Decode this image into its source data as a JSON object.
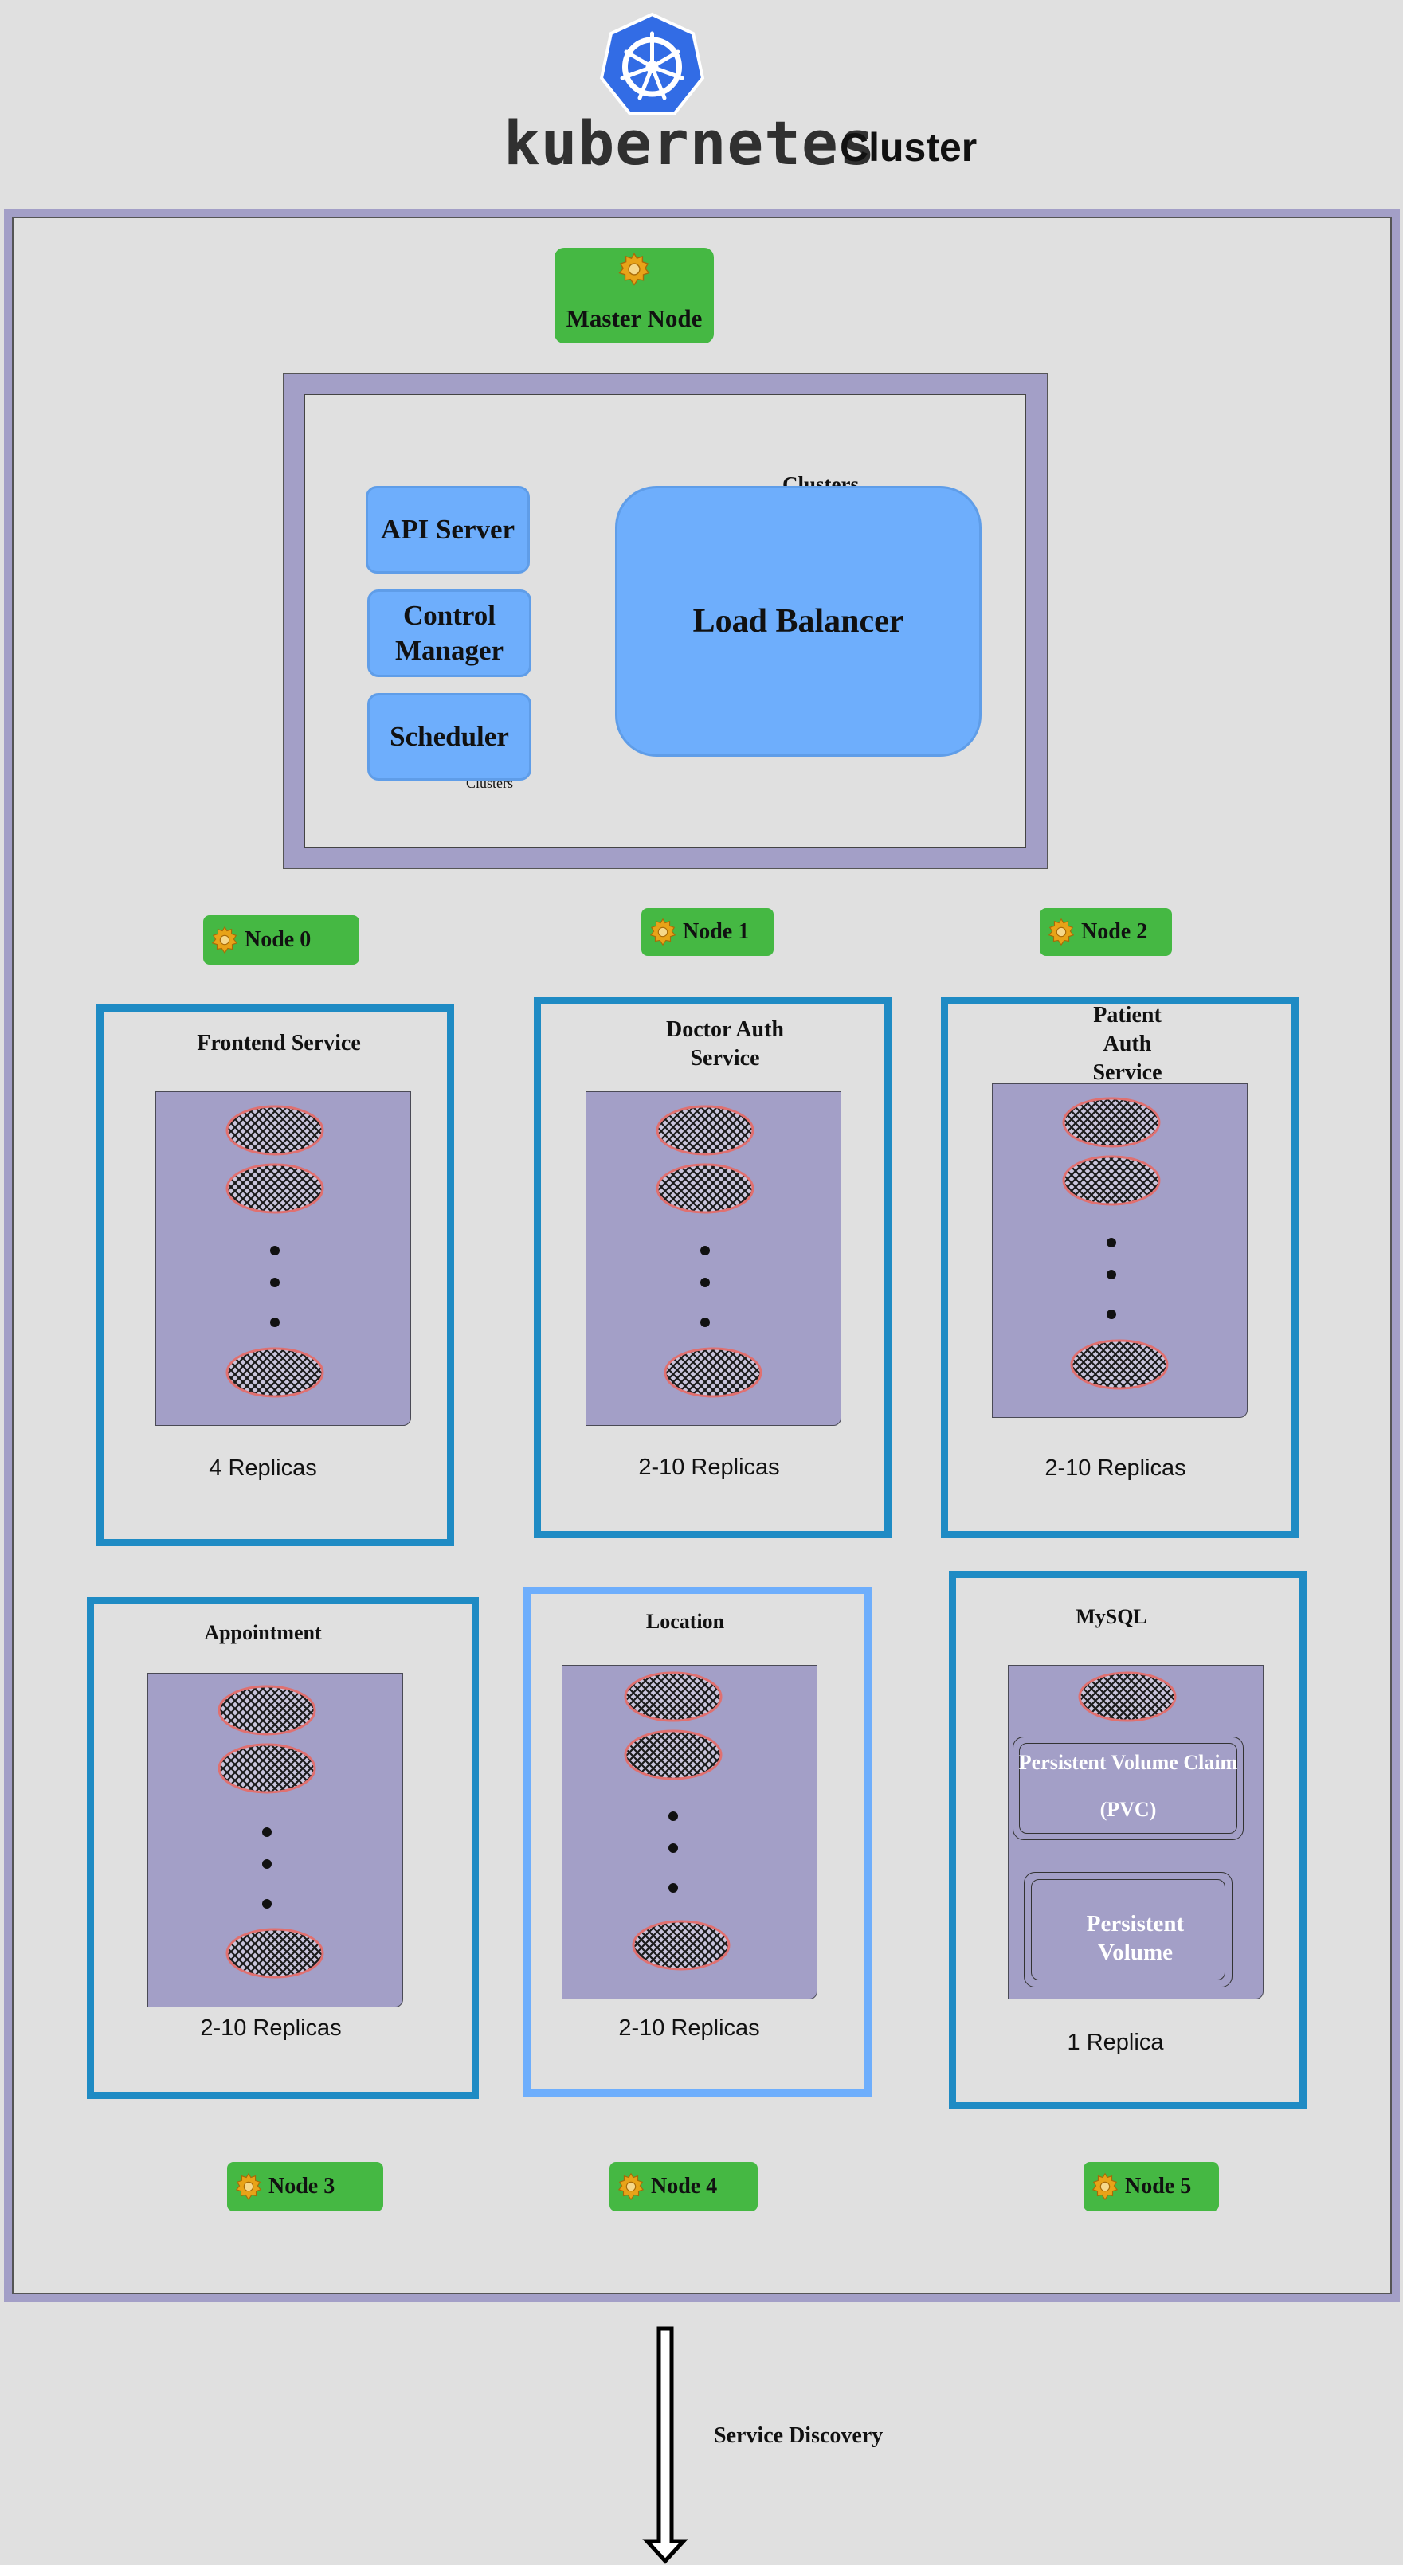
{
  "header": {
    "logo_icon": "kubernetes-helm-wheel-icon",
    "wordmark": "kubernetes",
    "title": "Cluster"
  },
  "master": {
    "badge_label": "Master Node",
    "clusters_label_top": "Clusters",
    "clusters_label_bottom": "Clusters",
    "api_server": "API Server",
    "control_manager": "Control Manager",
    "scheduler": "Scheduler",
    "load_balancer": "Load Balancer"
  },
  "nodes": {
    "node0": "Node 0",
    "node1": "Node 1",
    "node2": "Node 2",
    "node3": "Node 3",
    "node4": "Node 4",
    "node5": "Node 5"
  },
  "services": {
    "frontend": {
      "title": "Frontend Service",
      "replicas": "4 Replicas"
    },
    "doctor": {
      "title": "Doctor Auth Service",
      "replicas": "2-10 Replicas"
    },
    "patient": {
      "title": "Patient Auth Service",
      "replicas": "2-10 Replicas"
    },
    "appointment": {
      "title": "Appointment",
      "replicas": "2-10 Replicas"
    },
    "location": {
      "title": "Location",
      "replicas": "2-10 Replicas"
    },
    "mysql": {
      "title": "MySQL",
      "pvc_line1": "Persistent Volume Claim",
      "pvc_line2": "(PVC)",
      "pv": "Persistent Volume",
      "replicas": "1 Replica"
    }
  },
  "footer": {
    "service_discovery": "Service Discovery"
  },
  "colors": {
    "background": "#e0e0e0",
    "cluster_border": "#a39fc7",
    "node_badge": "#45b843",
    "service_border": "#1f8bc4",
    "location_border": "#6eaefc",
    "control_plane_box": "#6eaefc",
    "pod_fill": "#1a1a1a",
    "pod_outline": "#e07070",
    "kubernetes_blue": "#326ce5"
  }
}
